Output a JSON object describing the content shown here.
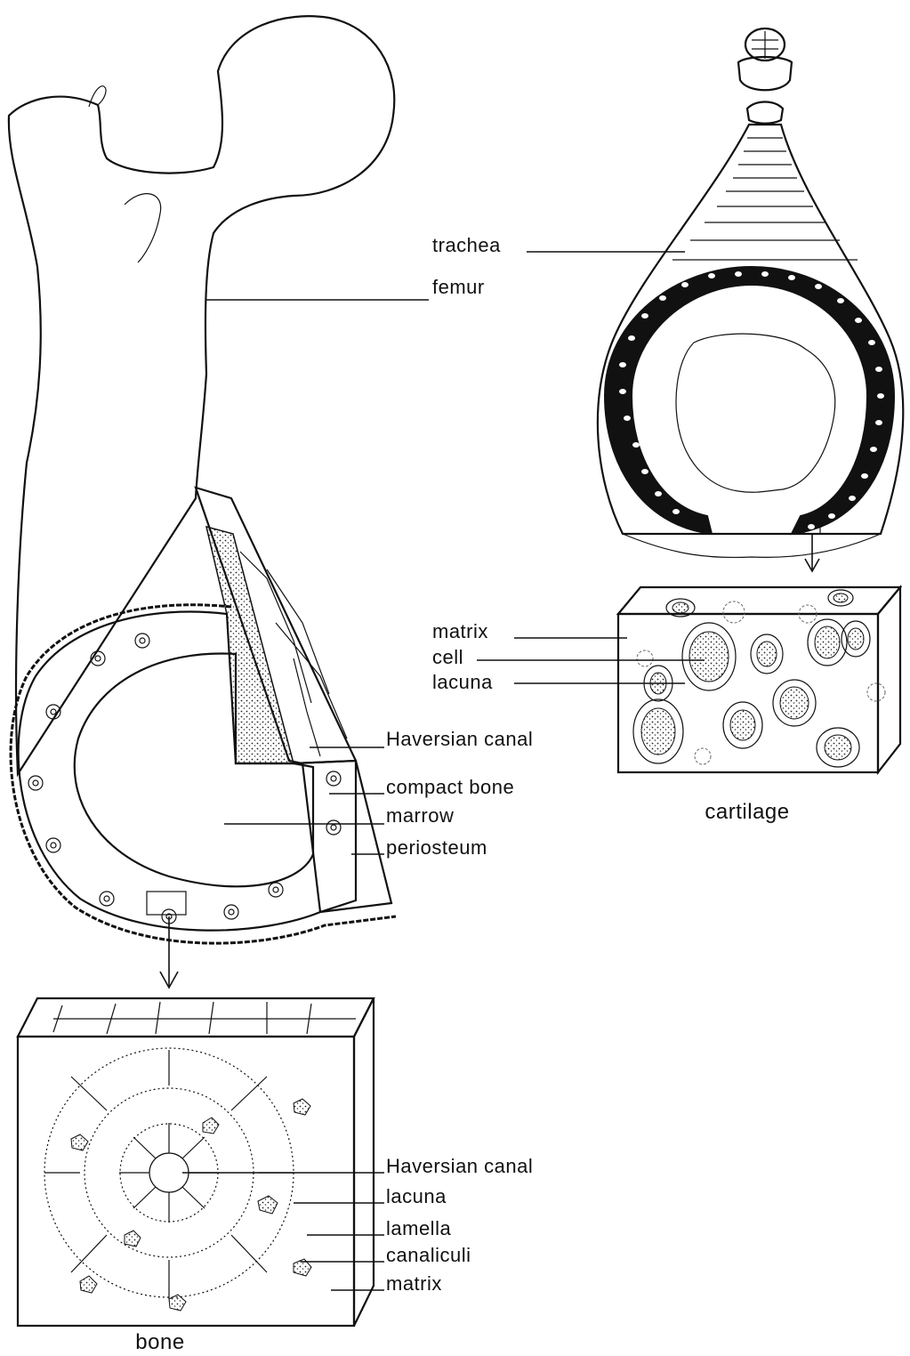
{
  "femur_labels": {
    "femur": "femur",
    "haversian_canal": "Haversian canal",
    "compact_bone": "compact bone",
    "marrow": "marrow",
    "periosteum": "periosteum"
  },
  "trachea_labels": {
    "trachea": "trachea"
  },
  "cartilage_labels": {
    "matrix": "matrix",
    "cell": "cell",
    "lacuna": "lacuna",
    "caption": "cartilage"
  },
  "bone_labels": {
    "haversian_canal": "Haversian canal",
    "lacuna": "lacuna",
    "lamella": "lamella",
    "canaliculi": "canaliculi",
    "matrix": "matrix",
    "caption": "bone"
  },
  "colors": {
    "ink": "#111111",
    "paper": "#ffffff",
    "stipple": "#8a8a8a"
  }
}
